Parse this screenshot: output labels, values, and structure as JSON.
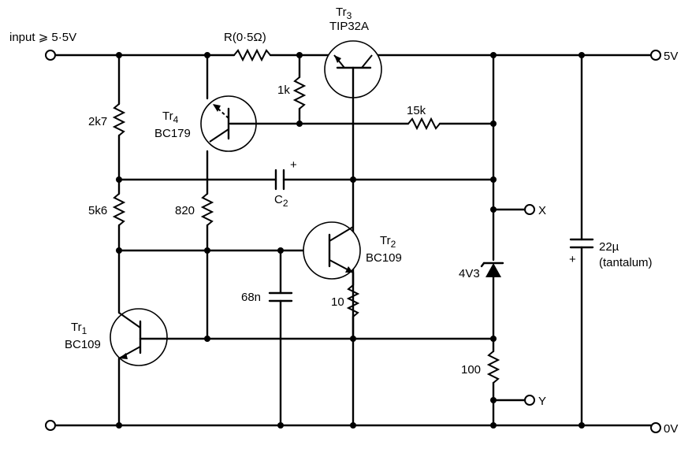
{
  "terminals": {
    "input": "input ⩾ 5·5V",
    "out5v": "5V",
    "out0v": "0V",
    "x": "X",
    "y": "Y"
  },
  "transistors": {
    "tr1": {
      "prefix": "Tr",
      "sub": "1",
      "type": "BC109"
    },
    "tr2": {
      "prefix": "Tr",
      "sub": "2",
      "type": "BC109"
    },
    "tr3": {
      "prefix": "Tr",
      "sub": "3",
      "type": "TIP32A"
    },
    "tr4": {
      "prefix": "Tr",
      "sub": "4",
      "type": "BC179"
    }
  },
  "components": {
    "r_sense": "R(0·5Ω)",
    "r_1k": "1k",
    "r_15k": "15k",
    "r_2k7": "2k7",
    "r_5k6": "5k6",
    "r_820": "820",
    "r_10": "10",
    "r_100": "100",
    "c2_prefix": "C",
    "c2_sub": "2",
    "c2_plus": "+",
    "c_68n": "68n",
    "c_22u": "22µ",
    "c_22u_note": "(tantalum)",
    "c_22u_plus": "+",
    "zener": "4V3"
  }
}
